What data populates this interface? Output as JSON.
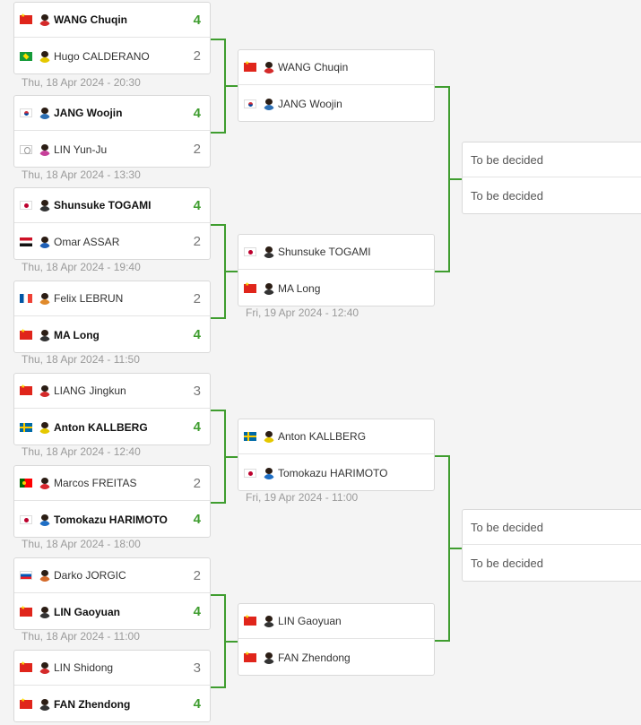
{
  "round1": [
    {
      "date": "Thu, 18 Apr 2024 - 20:30",
      "players": [
        {
          "name": "WANG Chuqin",
          "flag": "cn",
          "score": "4",
          "winner": true,
          "shirt": "#d42a2a"
        },
        {
          "name": "Hugo CALDERANO",
          "flag": "br",
          "score": "2",
          "winner": false,
          "shirt": "#e5c800"
        }
      ]
    },
    {
      "date": "Thu, 18 Apr 2024 - 13:30",
      "players": [
        {
          "name": "JANG Woojin",
          "flag": "kr",
          "score": "4",
          "winner": true,
          "shirt": "#2d6fb3"
        },
        {
          "name": "LIN Yun-Ju",
          "flag": "tpe",
          "score": "2",
          "winner": false,
          "shirt": "#c7409a"
        }
      ]
    },
    {
      "date": "Thu, 18 Apr 2024 - 19:40",
      "players": [
        {
          "name": "Shunsuke TOGAMI",
          "flag": "jp",
          "score": "4",
          "winner": true,
          "shirt": "#333333"
        },
        {
          "name": "Omar ASSAR",
          "flag": "eg",
          "score": "2",
          "winner": false,
          "shirt": "#1f5fb5"
        }
      ]
    },
    {
      "date": "Thu, 18 Apr 2024 - 11:50",
      "players": [
        {
          "name": "Felix LEBRUN",
          "flag": "fr",
          "score": "2",
          "winner": false,
          "shirt": "#e08a2c"
        },
        {
          "name": "MA Long",
          "flag": "cn",
          "score": "4",
          "winner": true,
          "shirt": "#333333"
        }
      ]
    },
    {
      "date": "Thu, 18 Apr 2024 - 12:40",
      "players": [
        {
          "name": "LIANG Jingkun",
          "flag": "cn",
          "score": "3",
          "winner": false,
          "shirt": "#d42a2a"
        },
        {
          "name": "Anton KALLBERG",
          "flag": "se",
          "score": "4",
          "winner": true,
          "shirt": "#e5c800"
        }
      ]
    },
    {
      "date": "Thu, 18 Apr 2024 - 18:00",
      "players": [
        {
          "name": "Marcos FREITAS",
          "flag": "pt",
          "score": "2",
          "winner": false,
          "shirt": "#d8282f"
        },
        {
          "name": "Tomokazu HARIMOTO",
          "flag": "jp",
          "score": "4",
          "winner": true,
          "shirt": "#1f6fc5"
        }
      ]
    },
    {
      "date": "Thu, 18 Apr 2024 - 11:00",
      "players": [
        {
          "name": "Darko JORGIC",
          "flag": "si",
          "score": "2",
          "winner": false,
          "shirt": "#d46a2a"
        },
        {
          "name": "LIN Gaoyuan",
          "flag": "cn",
          "score": "4",
          "winner": true,
          "shirt": "#333333"
        }
      ]
    },
    {
      "date": "",
      "players": [
        {
          "name": "LIN Shidong",
          "flag": "cn",
          "score": "3",
          "winner": false,
          "shirt": "#d42a2a"
        },
        {
          "name": "FAN Zhendong",
          "flag": "cn",
          "score": "4",
          "winner": true,
          "shirt": "#333333"
        }
      ]
    }
  ],
  "quarterfinals": [
    {
      "date": "",
      "players": [
        {
          "name": "WANG Chuqin",
          "flag": "cn",
          "shirt": "#d42a2a"
        },
        {
          "name": "JANG Woojin",
          "flag": "kr",
          "shirt": "#2d6fb3"
        }
      ]
    },
    {
      "date": "Fri, 19 Apr 2024 - 12:40",
      "players": [
        {
          "name": "Shunsuke TOGAMI",
          "flag": "jp",
          "shirt": "#333333"
        },
        {
          "name": "MA Long",
          "flag": "cn",
          "shirt": "#333333"
        }
      ]
    },
    {
      "date": "Fri, 19 Apr 2024 - 11:00",
      "players": [
        {
          "name": "Anton KALLBERG",
          "flag": "se",
          "shirt": "#e5c800"
        },
        {
          "name": "Tomokazu HARIMOTO",
          "flag": "jp",
          "shirt": "#1f6fc5"
        }
      ]
    },
    {
      "date": "",
      "players": [
        {
          "name": "LIN Gaoyuan",
          "flag": "cn",
          "shirt": "#333333"
        },
        {
          "name": "FAN Zhendong",
          "flag": "cn",
          "shirt": "#333333"
        }
      ]
    }
  ],
  "semifinals": [
    {
      "slots": [
        "To be decided",
        "To be decided"
      ]
    },
    {
      "slots": [
        "To be decided",
        "To be decided"
      ]
    }
  ],
  "colors": {
    "winner": "#3f9d2f",
    "connector": "#3f9d2f"
  }
}
